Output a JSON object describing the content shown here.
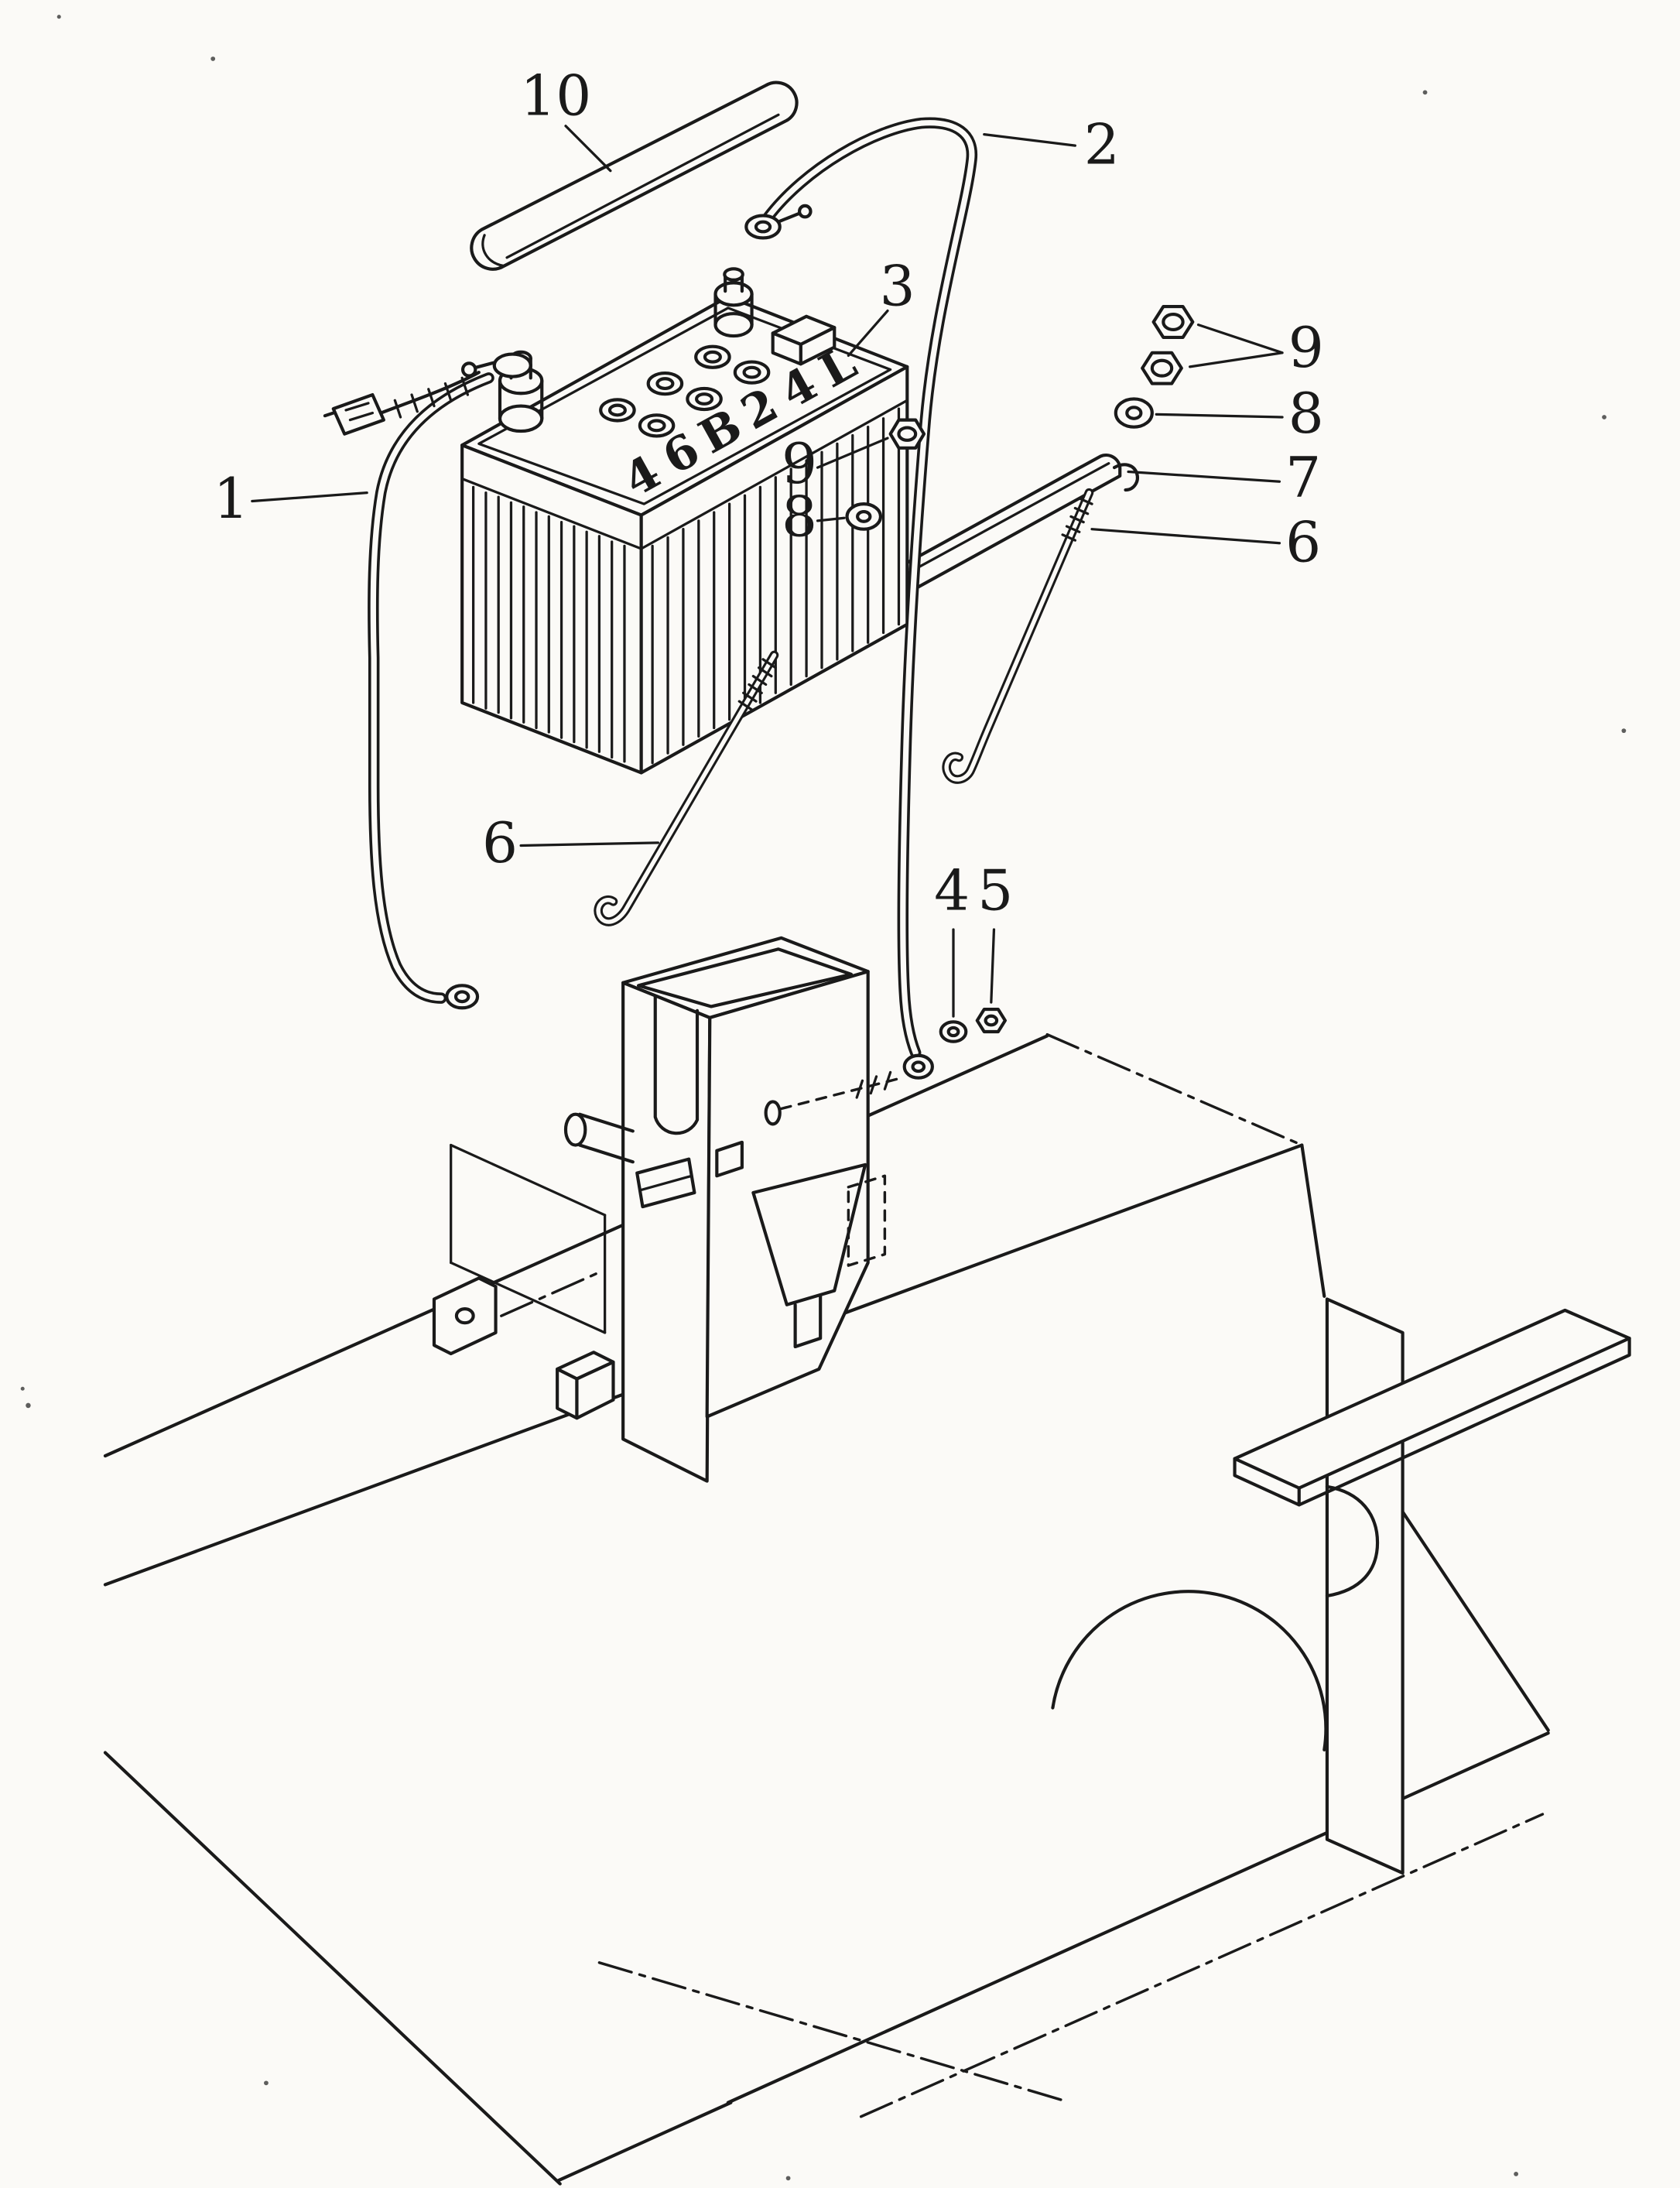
{
  "meta": {
    "paper_color": "#fbfaf7",
    "ink_color": "#1a1a1a",
    "drawing_style": "scanned exploded parts diagram"
  },
  "battery": {
    "code": "46B24L",
    "chars": [
      "4",
      "6",
      "B",
      "2",
      "4",
      "L"
    ]
  },
  "callouts": [
    {
      "label": "10"
    },
    {
      "label": "2"
    },
    {
      "label": "3"
    },
    {
      "label": "1"
    },
    {
      "label": "9"
    },
    {
      "label": "8"
    },
    {
      "label": "7"
    },
    {
      "label": "6"
    },
    {
      "label": "9"
    },
    {
      "label": "8"
    },
    {
      "label": "6"
    },
    {
      "label": "4"
    },
    {
      "label": "5"
    }
  ]
}
